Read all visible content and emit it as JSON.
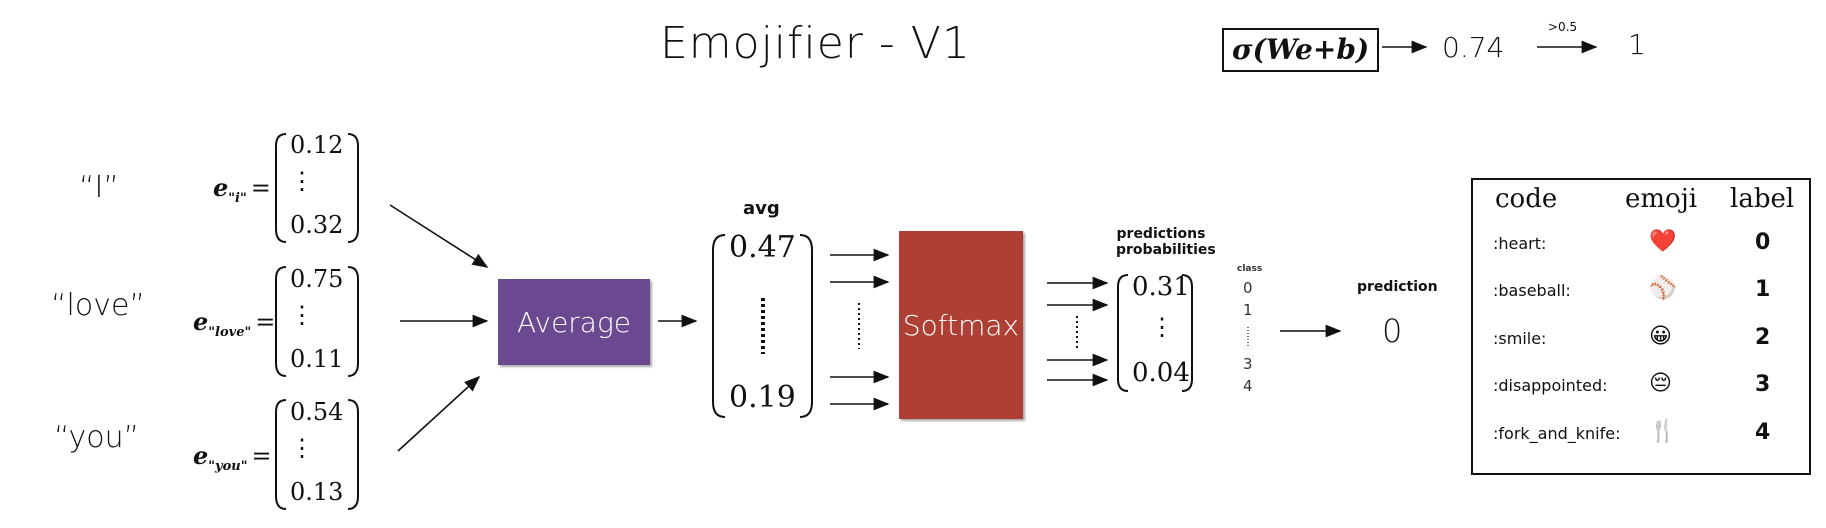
{
  "title": "Emojifier - V1",
  "formula": {
    "expression": "σ(We+b)",
    "value": "0.74",
    "threshold": ">0.5",
    "output": "1"
  },
  "inputs": [
    {
      "word": "“I”",
      "embedding_var": "e",
      "embedding_sub": "\"i\"",
      "eq": "=",
      "v1": "0.12",
      "vdots": "⋮",
      "v2": "0.32"
    },
    {
      "word": "“love”",
      "embedding_var": "e",
      "embedding_sub": "\"love\"",
      "eq": "=",
      "v1": "0.75",
      "vdots": "⋮",
      "v2": "0.11"
    },
    {
      "word": "“you”",
      "embedding_var": "e",
      "embedding_sub": "\"you\"",
      "eq": "=",
      "v1": "0.54",
      "vdots": "⋮",
      "v2": "0.13"
    }
  ],
  "average_box": {
    "label": "Average",
    "color": "#6b4991"
  },
  "avg_vector": {
    "label": "avg",
    "v1": "0.47",
    "v2": "0.19"
  },
  "softmax_box": {
    "label": "Softmax",
    "color": "#ad3f35"
  },
  "probabilities": {
    "label_line1": "predictions",
    "label_line2": "probabilities",
    "v1": "0.31",
    "vdots": "⋮",
    "v2": "0.04"
  },
  "classes": {
    "title": "class",
    "items": [
      "0",
      "1",
      "3",
      "4"
    ]
  },
  "prediction": {
    "label": "prediction",
    "value": "0"
  },
  "table": {
    "headers": [
      "code",
      "emoji",
      "label"
    ],
    "rows": [
      {
        "code": ":heart:",
        "emoji": "❤️",
        "label": "0"
      },
      {
        "code": ":baseball:",
        "emoji": "⚾",
        "label": "1"
      },
      {
        "code": ":smile:",
        "emoji": "😀",
        "label": "2"
      },
      {
        "code": ":disappointed:",
        "emoji": "😔",
        "label": "3"
      },
      {
        "code": ":fork_and_knife:",
        "emoji": "🍴",
        "label": "4"
      }
    ]
  }
}
